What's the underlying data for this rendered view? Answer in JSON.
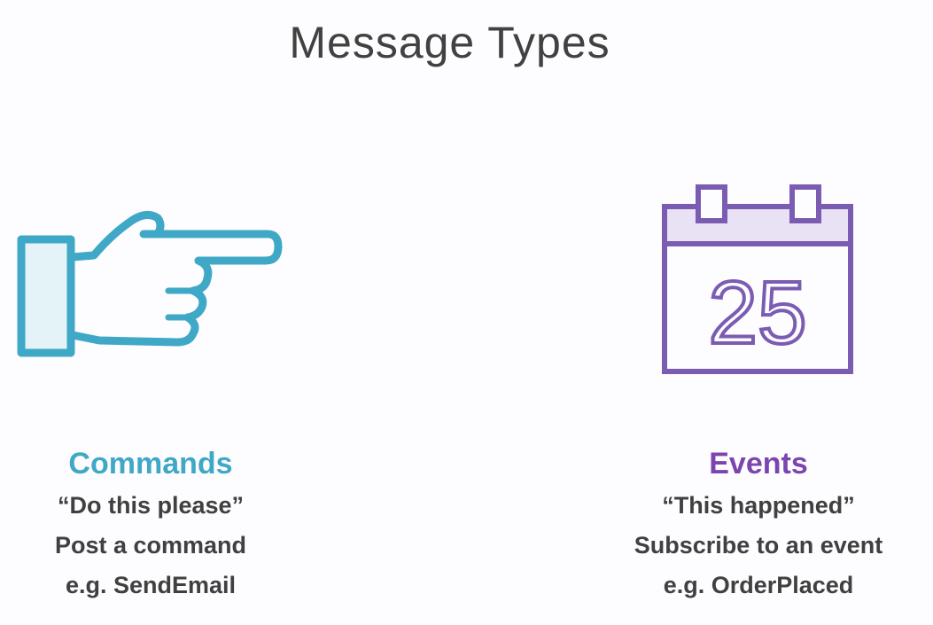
{
  "slide": {
    "title": "Message Types"
  },
  "commands": {
    "icon": "pointing-hand-icon",
    "color": "#3fa8c6",
    "heading": "Commands",
    "quote": "“Do this please”",
    "action": "Post a command",
    "example": "e.g. SendEmail"
  },
  "events": {
    "icon": "calendar-icon",
    "color": "#7b45b0",
    "heading": "Events",
    "calendar_day": "25",
    "quote": "“This happened”",
    "action": "Subscribe to an event",
    "example": "e.g. OrderPlaced"
  }
}
